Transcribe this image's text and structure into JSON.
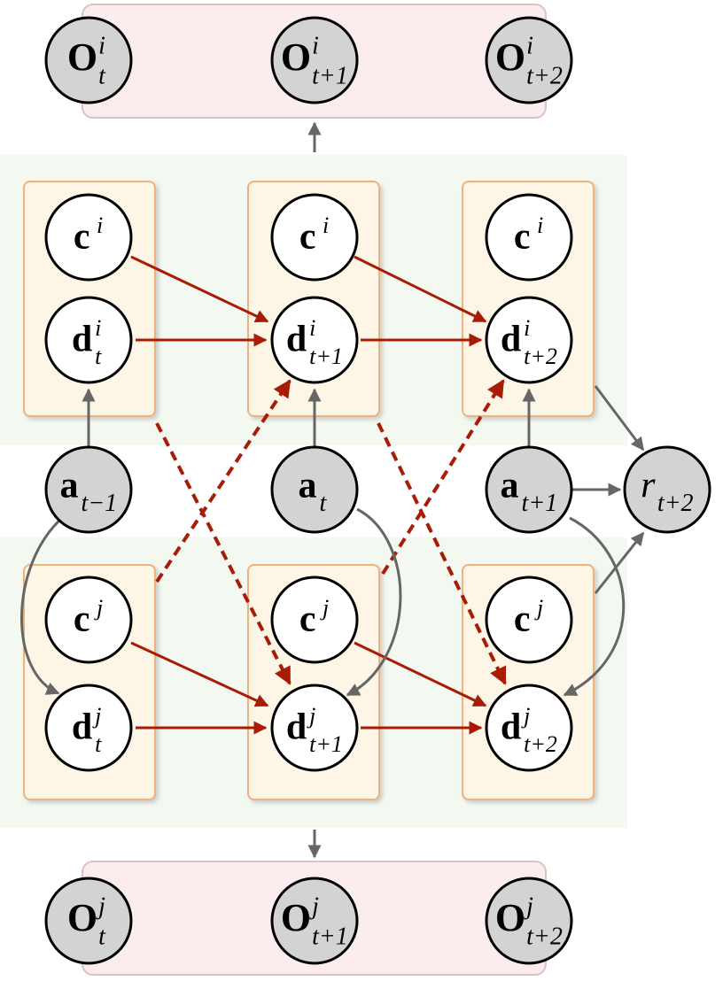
{
  "colors": {
    "obs_box_fill": "#fbeced",
    "obs_box_stroke": "#d9c3c6",
    "band_fill": "#f3f8f0",
    "slot_fill": "#fdf5e6",
    "slot_stroke": "#f0b27a",
    "latent_node_fill": "#ffffff",
    "observed_node_fill": "#d3d3d3",
    "node_stroke": "#000000",
    "causal_edge": "#a81c05",
    "action_edge": "#666666"
  },
  "agents": [
    {
      "id": "i",
      "observations": [
        {
          "base": "O",
          "sup": "i",
          "sub": "t"
        },
        {
          "base": "O",
          "sup": "i",
          "sub": "t+1"
        },
        {
          "base": "O",
          "sup": "i",
          "sub": "t+2"
        }
      ],
      "context": [
        {
          "base": "c",
          "sup": "i",
          "sub": ""
        },
        {
          "base": "c",
          "sup": "i",
          "sub": ""
        },
        {
          "base": "c",
          "sup": "i",
          "sub": ""
        }
      ],
      "dynamics": [
        {
          "base": "d",
          "sup": "i",
          "sub": "t"
        },
        {
          "base": "d",
          "sup": "i",
          "sub": "t+1"
        },
        {
          "base": "d",
          "sup": "i",
          "sub": "t+2"
        }
      ]
    },
    {
      "id": "j",
      "observations": [
        {
          "base": "O",
          "sup": "j",
          "sub": "t"
        },
        {
          "base": "O",
          "sup": "j",
          "sub": "t+1"
        },
        {
          "base": "O",
          "sup": "j",
          "sub": "t+2"
        }
      ],
      "context": [
        {
          "base": "c",
          "sup": "j",
          "sub": ""
        },
        {
          "base": "c",
          "sup": "j",
          "sub": ""
        },
        {
          "base": "c",
          "sup": "j",
          "sub": ""
        }
      ],
      "dynamics": [
        {
          "base": "d",
          "sup": "j",
          "sub": "t"
        },
        {
          "base": "d",
          "sup": "j",
          "sub": "t+1"
        },
        {
          "base": "d",
          "sup": "j",
          "sub": "t+2"
        }
      ]
    }
  ],
  "actions": [
    {
      "base": "a",
      "sup": "",
      "sub": "t−1"
    },
    {
      "base": "a",
      "sup": "",
      "sub": "t"
    },
    {
      "base": "a",
      "sup": "",
      "sub": "t+1"
    }
  ],
  "reward": {
    "base": "r",
    "sup": "",
    "sub": "t+2"
  }
}
